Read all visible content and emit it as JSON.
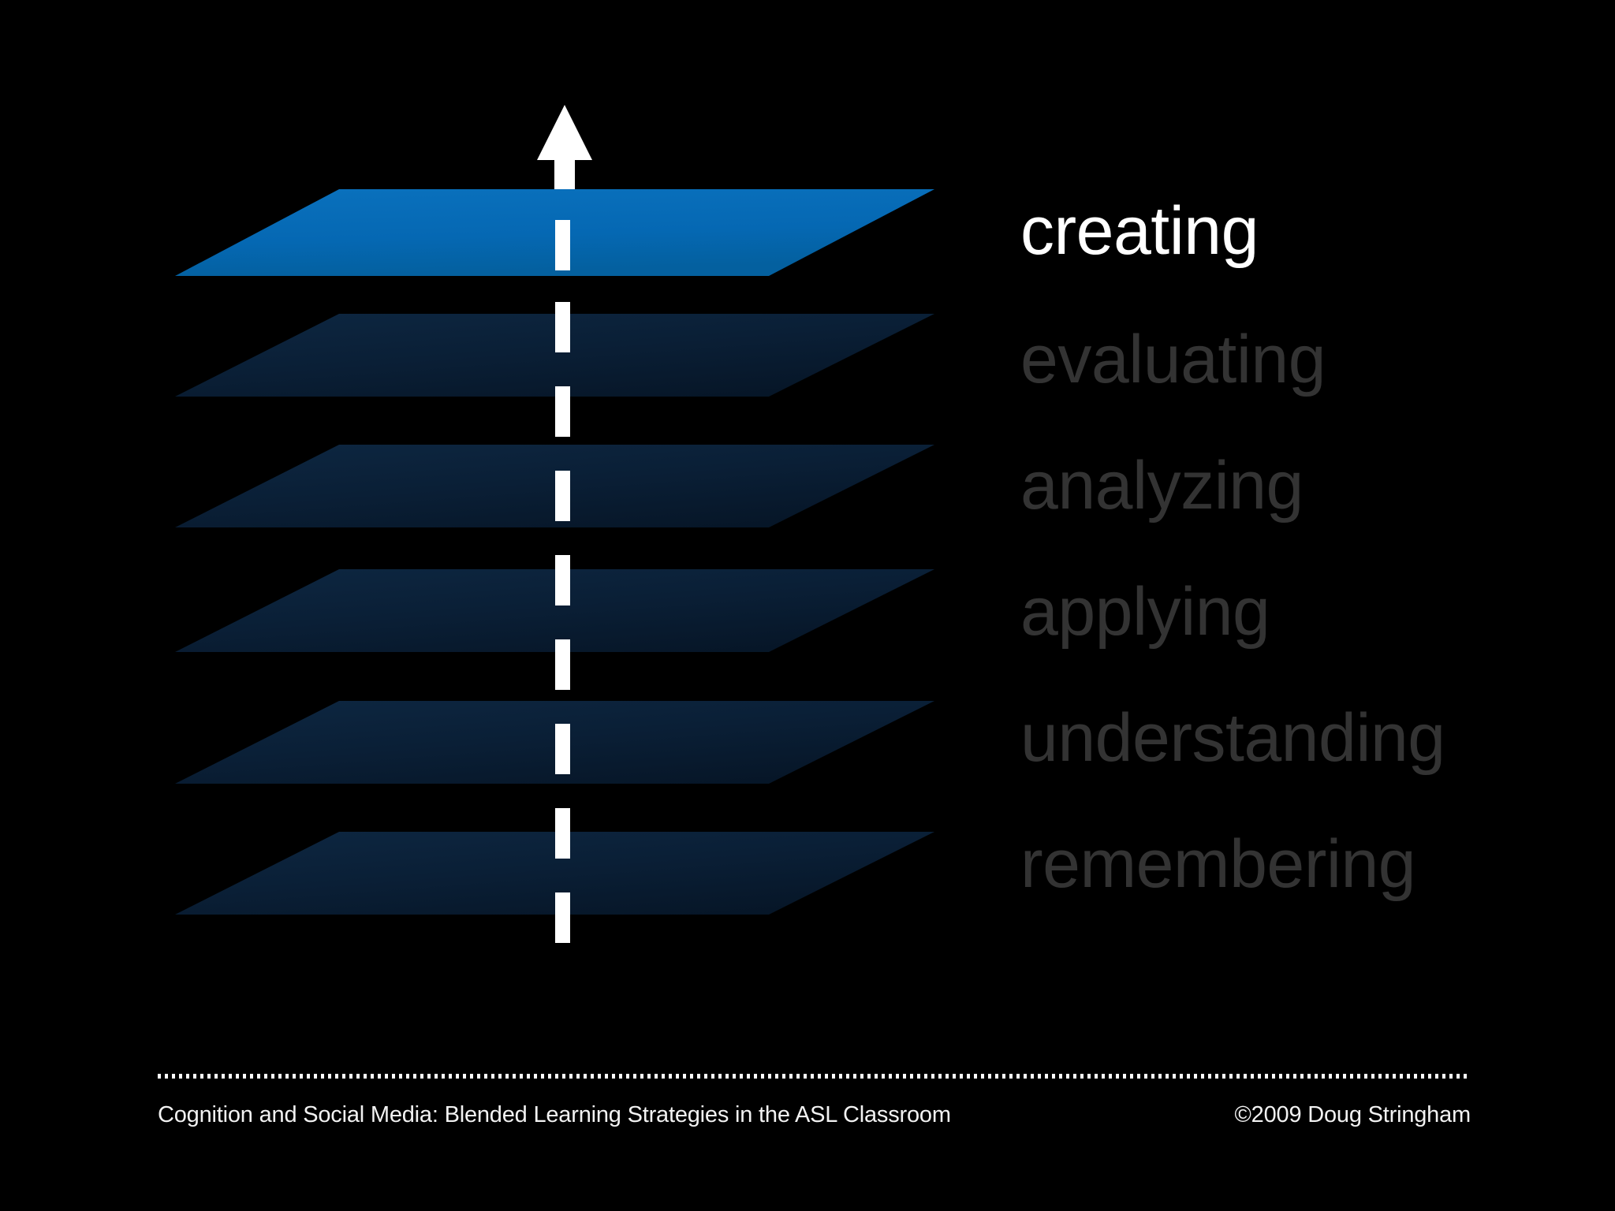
{
  "slide": {
    "background_color": "#000000",
    "title_concept": "Bloom's Taxonomy layered pyramid",
    "arrow": {
      "name": "upward-progression-arrow",
      "color": "#ffffff",
      "direction": "up"
    },
    "dashed_line": {
      "color": "#ffffff",
      "orientation": "vertical",
      "dash_count": 10
    }
  },
  "colors": {
    "active_layer": "#0568b3",
    "inactive_layer_top": "#0c2238",
    "inactive_layer_bottom": "#071728",
    "active_label": "#ffffff",
    "inactive_label": "#333333",
    "footer_text": "#f2f2f2",
    "background": "#000000"
  },
  "layers": [
    {
      "label": "creating",
      "state": "active",
      "color": "#0568b3",
      "label_color": "#ffffff",
      "order": 6
    },
    {
      "label": "evaluating",
      "state": "inactive",
      "color": "#0c2238",
      "label_color": "#333333",
      "order": 5
    },
    {
      "label": "analyzing",
      "state": "inactive",
      "color": "#0c2238",
      "label_color": "#333333",
      "order": 4
    },
    {
      "label": "applying",
      "state": "inactive",
      "color": "#0c2238",
      "label_color": "#333333",
      "order": 3
    },
    {
      "label": "understanding",
      "state": "inactive",
      "color": "#0c2238",
      "label_color": "#333333",
      "order": 2
    },
    {
      "label": "remembering",
      "state": "inactive",
      "color": "#0c2238",
      "label_color": "#333333",
      "order": 1
    }
  ],
  "footer": {
    "title": "Cognition and Social Media: Blended Learning Strategies in the ASL Classroom",
    "copyright": "©2009 Doug Stringham"
  }
}
